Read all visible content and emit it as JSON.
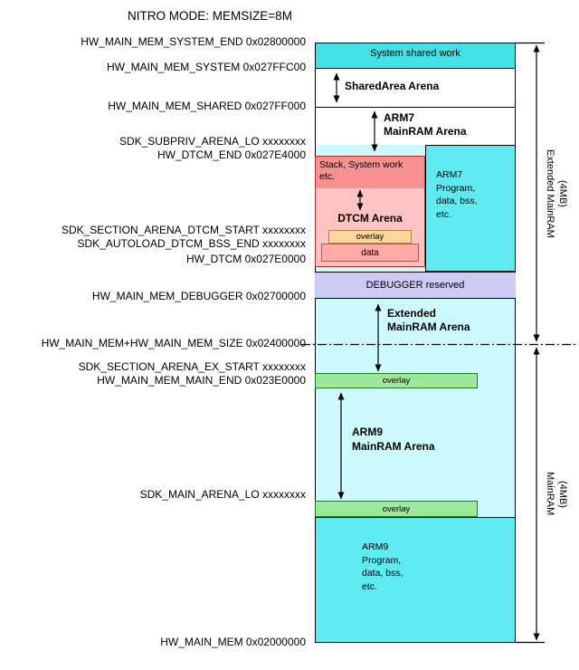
{
  "title": "NITRO MODE: MEMSIZE=8M",
  "left_labels": [
    "HW_MAIN_MEM_SYSTEM_END 0x02800000",
    "HW_MAIN_MEM_SYSTEM 0x027FFC00",
    "HW_MAIN_MEM_SHARED 0x027FF000",
    "SDK_SUBPRIV_ARENA_LO xxxxxxxx",
    "HW_DTCM_END 0x027E4000",
    "SDK_SECTION_ARENA_DTCM_START xxxxxxxx",
    "SDK_AUTOLOAD_DTCM_BSS_END xxxxxxxx",
    "HW_DTCM 0x027E0000",
    "HW_MAIN_MEM_DEBUGGER 0x02700000",
    "HW_MAIN_MEM+HW_MAIN_MEM_SIZE 0x02400000",
    "SDK_SECTION_ARENA_EX_START xxxxxxxx",
    "HW_MAIN_MEM_MAIN_END 0x023E0000",
    "SDK_MAIN_ARENA_LO xxxxxxxx",
    "HW_MAIN_MEM 0x02000000"
  ],
  "regions": {
    "system_shared_work": "System shared work",
    "shared_area_arena": "SharedArea Arena",
    "arm7_arena": {
      "line1": "ARM7",
      "line2": "MainRAM Arena"
    },
    "stack_box": {
      "line1": "Stack, System work",
      "line2": "etc."
    },
    "dtcm_arena": "DTCM Arena",
    "dtcm_overlay": "overlay",
    "dtcm_data": "data",
    "arm7_program": {
      "line1": "ARM7",
      "line2": "Program,",
      "line3": "data, bss,",
      "line4": "etc."
    },
    "debugger": "DEBUGGER reserved",
    "extended_arena": {
      "line1": "Extended",
      "line2": "MainRAM Arena"
    },
    "overlay_ex": "overlay",
    "arm9_arena": {
      "line1": "ARM9",
      "line2": "MainRAM Arena"
    },
    "overlay_main": "overlay",
    "arm9_program": {
      "line1": "ARM9",
      "line2": "Program,",
      "line3": "data, bss,",
      "line4": "etc."
    }
  },
  "right_labels": {
    "extended": {
      "name": "Extended MainRAM",
      "size": "(4MB)"
    },
    "main": {
      "name": "MainRAM",
      "size": "(4MB)"
    }
  },
  "colors": {
    "cyan_system": "#43e0e8",
    "cyan_program": "#5eeaf0",
    "pale_cyan": "#cdfbfd",
    "lavender": "#cbcbf5",
    "overlay_green": "#9ce99c",
    "overlay_green_border": "#1f7d1f",
    "salmon": "#f79090",
    "pink_light": "#ffc3c3",
    "overlay_tan": "#fcd69d",
    "data_pink": "#ffa9a9",
    "dtcm_border": "#b03030"
  }
}
